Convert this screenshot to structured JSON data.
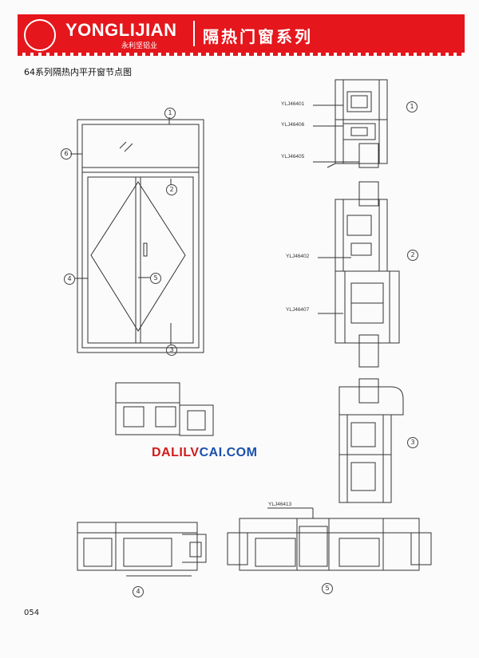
{
  "header": {
    "brand": "YONGLIJIAN",
    "brand_sub": "永利坚铝业",
    "series": "隔热门窗系列",
    "color": "#e5161c"
  },
  "page_title": "64系列隔热内平开窗节点图",
  "codes": {
    "c1": "YLJ46401",
    "c2": "YLJ46406",
    "c3": "YLJ46405",
    "c4": "YLJ46402",
    "c5": "YLJ46407",
    "c6": "YLJ46413"
  },
  "markers": {
    "m1": "1",
    "m2": "2",
    "m3": "3",
    "m4": "4",
    "m5": "5",
    "m6": "6",
    "r1": "1",
    "r2": "2",
    "r3": "3",
    "b4": "4",
    "b5": "5"
  },
  "watermark": {
    "dal": "DALILV",
    "cai": "CAI.COM",
    "color_main": "#d11b1b",
    "color_accent": "#1a4fae"
  },
  "page_number": "054"
}
